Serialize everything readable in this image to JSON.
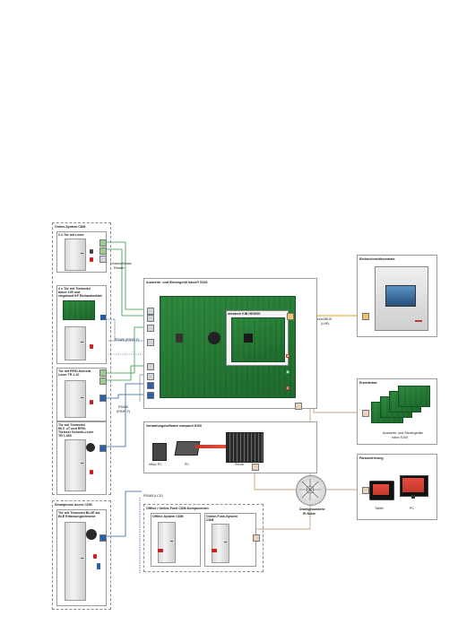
{
  "online_system": {
    "title": "Online-System CDM",
    "door1": "2 x Tür mit Leser",
    "door2_line1": "4 x Tür mit Türmodul",
    "door2_line2": "Inbox 105 und",
    "door2_line3": "eingebaut KP Einbaukontakt",
    "door3_line1": "Tür mit RFID-Schreib-",
    "door3_line2": "Leser TR 1.10",
    "door4_line1": "Tür mit Türmodul",
    "door4_line2": "tB 3 -xT und RFID-",
    "door4_line3": "Türleser Schreib-Leser",
    "door4_line4": "TR 1.360",
    "conv_label1": "Umschaltrelais",
    "conv_label2": "Reader",
    "rs485_1": "RS485 (RS/IP-F)",
    "rs485_2": "RS485",
    "rs485_3": "(RS/IP-F)"
  },
  "smartphone": {
    "title": "Smartphone Acces CDM",
    "door_line1": "Tür mit Türmodul BLUE als",
    "door_line2": "BLE Erfassungselement"
  },
  "controller": {
    "title": "Auswerte- und Steuergerät Inbox® S100",
    "subboard": "intratech KiB HK5000",
    "cerz_line1": "cerz2BUS",
    "cerz_line2": "(LHE)"
  },
  "central": {
    "title": "Einbruchmeldezentrale"
  },
  "extension": {
    "title": "Erweiterbar",
    "caption_line1": "Auswerte- und Steuergeräte",
    "caption_line2": "Inbox S100"
  },
  "software": {
    "title": "Verwaltungssoftware compactl S100",
    "caption_inbox": "Inbox PC",
    "caption_pc": "PC",
    "caption_server": "Server"
  },
  "router": {
    "line1": "Drahtgebundene",
    "line2": "IP-Netze"
  },
  "parameter": {
    "title": "Parametrierung",
    "caption_tablet": "Tablet",
    "caption_pc": "PC"
  },
  "offline": {
    "title": "Offline / Online-Funk CDM-Komponenten",
    "box1": "Offline-System CDM",
    "box2_line1": "Online-Funk-System",
    "box2_line2": "CDM",
    "rs485": "RS485 (LCD)"
  },
  "colors": {
    "green_wire": "#2f9a4a",
    "blue_wire": "#2b5fa8",
    "tan_wire": "#c9a27a",
    "orange_wire": "#e8a11c",
    "gray_wire": "#8c8c8c",
    "pcb_green": "#237a34",
    "reader_red": "#cc1f1f"
  }
}
